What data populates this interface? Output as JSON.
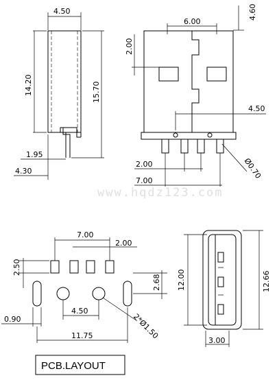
{
  "dims": {
    "side_width": "4.50",
    "side_height_inner": "14.20",
    "side_height_total": "15.70",
    "side_foot": "1.95",
    "side_base": "4.30",
    "front_top_width": "6.00",
    "front_top_gap": "4.60",
    "front_hole_offset": "2.00",
    "front_pin_span": "4.50",
    "front_pin_pitch": "2.00",
    "front_total_pins": "7.00",
    "front_pin_dia": "Ø0.70",
    "pcb_span_outer": "7.00",
    "pcb_pitch": "2.00",
    "pcb_pad_height": "2.50",
    "pcb_row_gap": "2.68",
    "pcb_hole_span": "4.50",
    "pcb_slot_width": "0.90",
    "pcb_hole_dia": "2*Ø1.50",
    "pcb_total": "11.75",
    "bottom_height": "12.00",
    "bottom_height_total": "12.66",
    "bottom_width": "3.00"
  },
  "watermark": "www.hqdz123.com",
  "pcb_label": "PCB.LAYOUT"
}
